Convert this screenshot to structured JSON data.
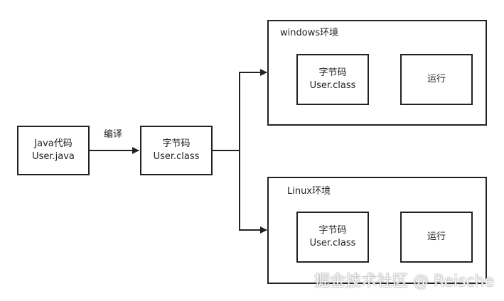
{
  "nodes": {
    "source": {
      "line1": "Java代码",
      "line2": "User.java"
    },
    "bytecode": {
      "line1": "字节码",
      "line2": "User.class"
    }
  },
  "edge_compile": {
    "label": "编译"
  },
  "environments": {
    "windows": {
      "label": "windows环境",
      "bytecode": {
        "line1": "字节码",
        "line2": "User.class"
      },
      "run": {
        "label": "运行"
      }
    },
    "linux": {
      "label": "Linux环境",
      "bytecode": {
        "line1": "字节码",
        "line2": "User.class"
      },
      "run": {
        "label": "运行"
      }
    }
  },
  "watermark": {
    "text": "掘金技术社区 @ Reische"
  },
  "colors": {
    "stroke": "#222222",
    "background": "#ffffff"
  }
}
